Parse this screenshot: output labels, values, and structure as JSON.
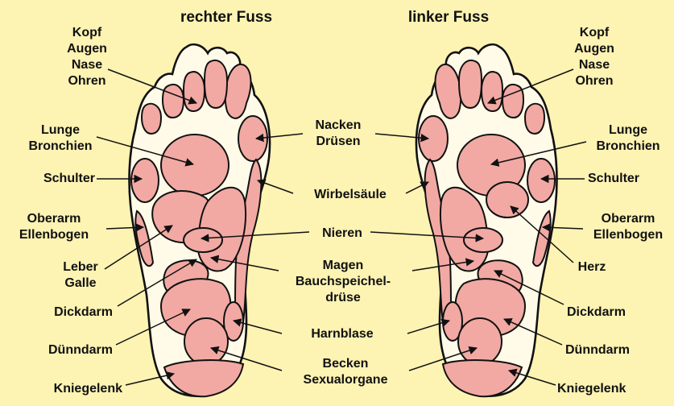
{
  "titles": {
    "right_foot": "rechter Fuss",
    "left_foot": "linker Fuss"
  },
  "labels": {
    "kopf_right": "Kopf\nAugen\nNase\nOhren",
    "kopf_left": "Kopf\nAugen\nNase\nOhren",
    "lunge_right": "Lunge\nBronchien",
    "lunge_left": "Lunge\nBronchien",
    "schulter_right": "Schulter",
    "schulter_left": "Schulter",
    "oberarm_right": "Oberarm\nEllenbogen",
    "oberarm_left": "Oberarm\nEllenbogen",
    "leber": "Leber\nGalle",
    "dickdarm_right": "Dickdarm",
    "dickdarm_left": "Dickdarm",
    "duenndarm_right": "Dünndarm",
    "duenndarm_left": "Dünndarm",
    "kniegelenk_right": "Kniegelenk",
    "kniegelenk_left": "Kniegelenk",
    "nacken": "Nacken\nDrüsen",
    "wirbelsaeule": "Wirbelsäule",
    "nieren": "Nieren",
    "magen": "Magen\nBauchspeichel-\ndrüse",
    "harnblase": "Harnblase",
    "becken": "Becken\nSexualorgane",
    "herz": "Herz"
  },
  "colors": {
    "background": "#fdf3b3",
    "foot": "#fffbe8",
    "zone": "#f2a9a3",
    "outline": "#111111"
  }
}
